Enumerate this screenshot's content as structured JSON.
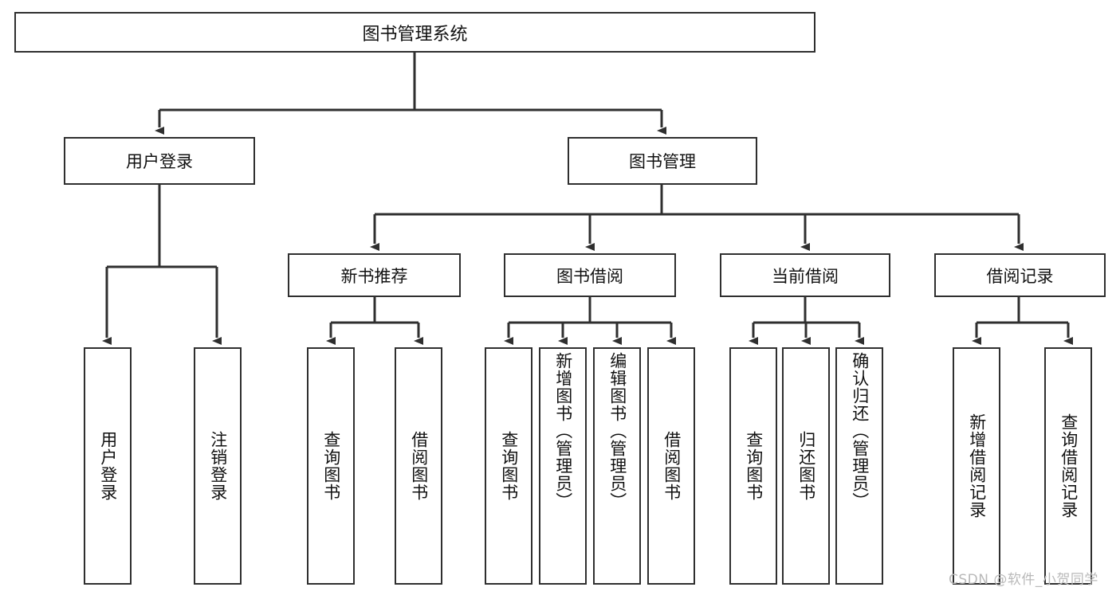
{
  "diagram": {
    "title": "图书管理系统",
    "stroke_color": "#2f2f2f",
    "text_color": "#111111",
    "background": "#ffffff",
    "root": {
      "label": "图书管理系统"
    },
    "level2": [
      {
        "label": "用户登录"
      },
      {
        "label": "图书管理"
      }
    ],
    "level3": [
      {
        "label": "新书推荐"
      },
      {
        "label": "图书借阅"
      },
      {
        "label": "当前借阅"
      },
      {
        "label": "借阅记录"
      }
    ],
    "leaves": {
      "user_login": [
        {
          "label": "用户登录"
        },
        {
          "label": "注销登录"
        }
      ],
      "new_book_recommend": [
        {
          "label": "查询图书"
        },
        {
          "label": "借阅图书"
        }
      ],
      "book_borrow": [
        {
          "label": "查询图书"
        },
        {
          "label": "新增图书（管理员）"
        },
        {
          "label": "编辑图书（管理员）"
        },
        {
          "label": "借阅图书"
        }
      ],
      "current_borrow": [
        {
          "label": "查询图书"
        },
        {
          "label": "归还图书"
        },
        {
          "label": "确认归还（管理员）"
        }
      ],
      "borrow_record": [
        {
          "label": "新增借阅记录"
        },
        {
          "label": "查询借阅记录"
        }
      ]
    }
  },
  "watermark": {
    "text": "CSDN @软件_小贺同学",
    "color": "#b9b9b9"
  }
}
